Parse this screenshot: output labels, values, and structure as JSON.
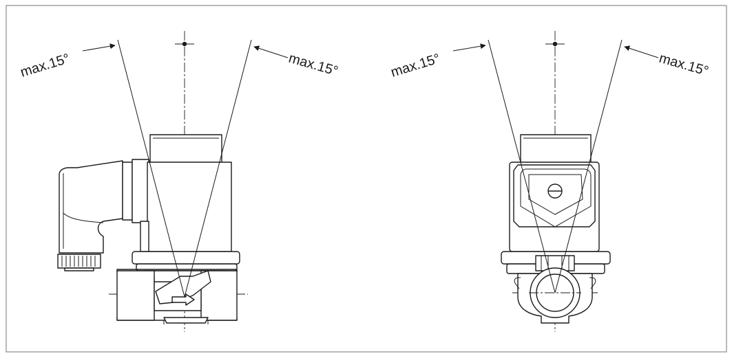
{
  "figure": {
    "border_color": "#8a8a8a",
    "line_color": "#1a1a1a",
    "views": [
      {
        "id": "side-view",
        "left_angle_label": "max.15°",
        "right_angle_label": "max.15°",
        "max_tilt_deg": 15
      },
      {
        "id": "front-view",
        "left_angle_label": "max.15°",
        "right_angle_label": "max.15°",
        "max_tilt_deg": 15
      }
    ]
  }
}
